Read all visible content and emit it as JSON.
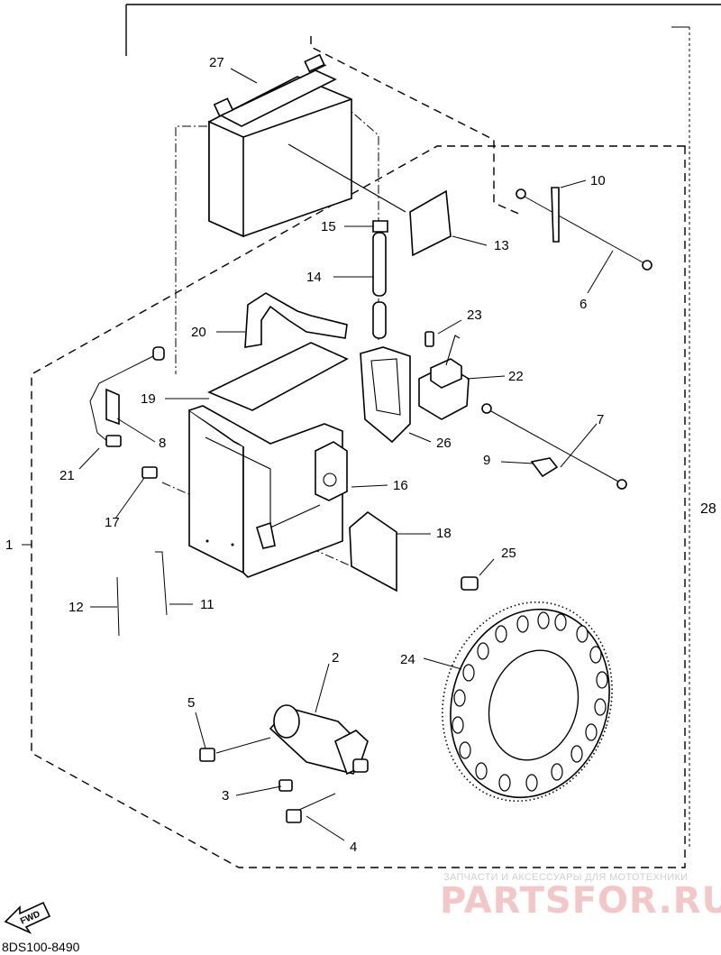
{
  "diagram": {
    "callouts": {
      "p1": "1",
      "p2": "2",
      "p3": "3",
      "p4": "4",
      "p5": "5",
      "p6": "6",
      "p7": "7",
      "p8": "8",
      "p9": "9",
      "p10": "10",
      "p11": "11",
      "p12": "12",
      "p13": "13",
      "p14": "14",
      "p15": "15",
      "p16": "16",
      "p17": "17",
      "p18": "18",
      "p19": "19",
      "p20": "20",
      "p21": "21",
      "p22": "22",
      "p23": "23",
      "p24": "24",
      "p25": "25",
      "p26": "26",
      "p27": "27",
      "p28": "28"
    },
    "fwd_label": "FWD",
    "diagram_code": "8DS100-8490"
  },
  "watermark": {
    "tagline": "ЗАПЧАСТИ И АКСЕССУАРЫ ДЛЯ МОТОТЕХНИКИ",
    "logo": "PARTSFOR.RU"
  },
  "colors": {
    "line": "#000000",
    "background": "#ffffff",
    "watermark_logo": "#f3c7c7",
    "watermark_text": "#cfcfcf"
  }
}
